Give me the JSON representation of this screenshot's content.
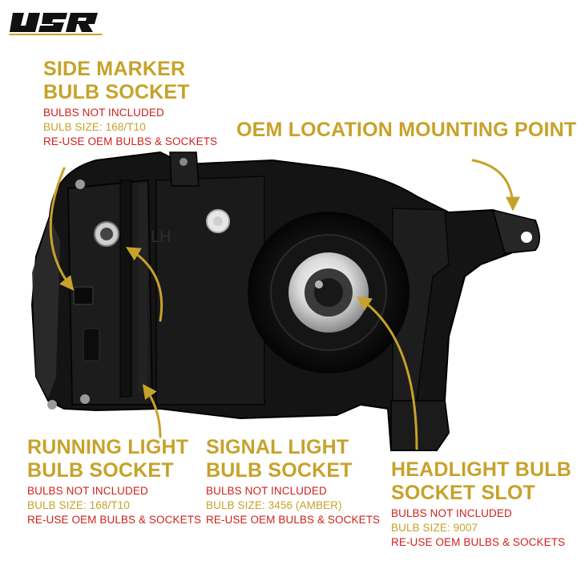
{
  "colors": {
    "gold": "#c7a22a",
    "red": "#d0211c",
    "black": "#111111",
    "bg": "#ffffff"
  },
  "brand": {
    "logo": "USR"
  },
  "callouts": {
    "side_marker": {
      "title": [
        "SIDE MARKER",
        "BULB SOCKET"
      ],
      "note": "BULBS NOT INCLUDED",
      "size": "BULB SIZE: 168/T10",
      "reuse": "RE-USE OEM BULBS & SOCKETS"
    },
    "oem": {
      "title": "OEM LOCATION MOUNTING POINTS"
    },
    "running": {
      "title": [
        "RUNNING LIGHT",
        "BULB SOCKET"
      ],
      "note": "BULBS NOT INCLUDED",
      "size": "BULB SIZE: 168/T10",
      "reuse": "RE-USE OEM BULBS & SOCKETS"
    },
    "signal": {
      "title": [
        "SIGNAL LIGHT",
        "BULB SOCKET"
      ],
      "note": "BULBS NOT INCLUDED",
      "size": "BULB SIZE: 3456 (AMBER)",
      "reuse": "RE-USE OEM BULBS & SOCKETS"
    },
    "headlight": {
      "title": [
        "HEADLIGHT BULB",
        "SOCKET SLOT"
      ],
      "note": "BULBS NOT INCLUDED",
      "size": "BULB SIZE: 9007",
      "reuse": "RE-USE OEM BULBS & SOCKETS"
    }
  },
  "housing_mark": "LH"
}
